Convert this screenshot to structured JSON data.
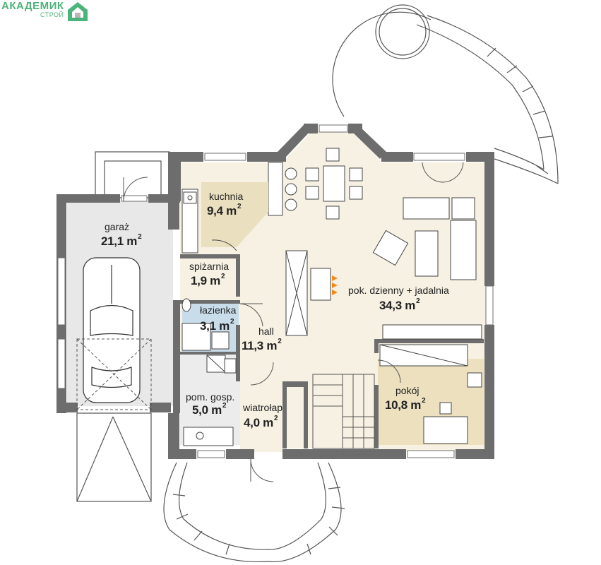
{
  "logo": {
    "main": "АКАДЕМИК",
    "sub": "СТРОЙ",
    "color": "#4bb47a"
  },
  "rooms": {
    "garaz": {
      "name": "garaż",
      "area": "21,1 m"
    },
    "kuchnia": {
      "name": "kuchnia",
      "area": "9,4 m"
    },
    "spizarnia": {
      "name": "spiżarnia",
      "area": "1,9 m"
    },
    "lazienka": {
      "name": "łazienka",
      "area": "3,1 m"
    },
    "hall": {
      "name": "hall",
      "area": "11,3 m"
    },
    "pom_gosp": {
      "name": "pom. gosp.",
      "area": "5,0 m"
    },
    "wiatrolap": {
      "name": "wiatrołap",
      "area": "4,0 m"
    },
    "pokoj": {
      "name": "pokój",
      "area": "10,8 m"
    },
    "dzienny": {
      "name": "pok. dzienny + jadalnia",
      "area": "34,3 m"
    }
  },
  "area_exponent": "2",
  "colors": {
    "wall": "#6d6d6d",
    "floor_main": "#f6f1e2",
    "floor_garage": "#e8e8e8",
    "floor_room": "#ece0be",
    "floor_bath": "#c9dcea",
    "floor_utility": "#ececec"
  }
}
